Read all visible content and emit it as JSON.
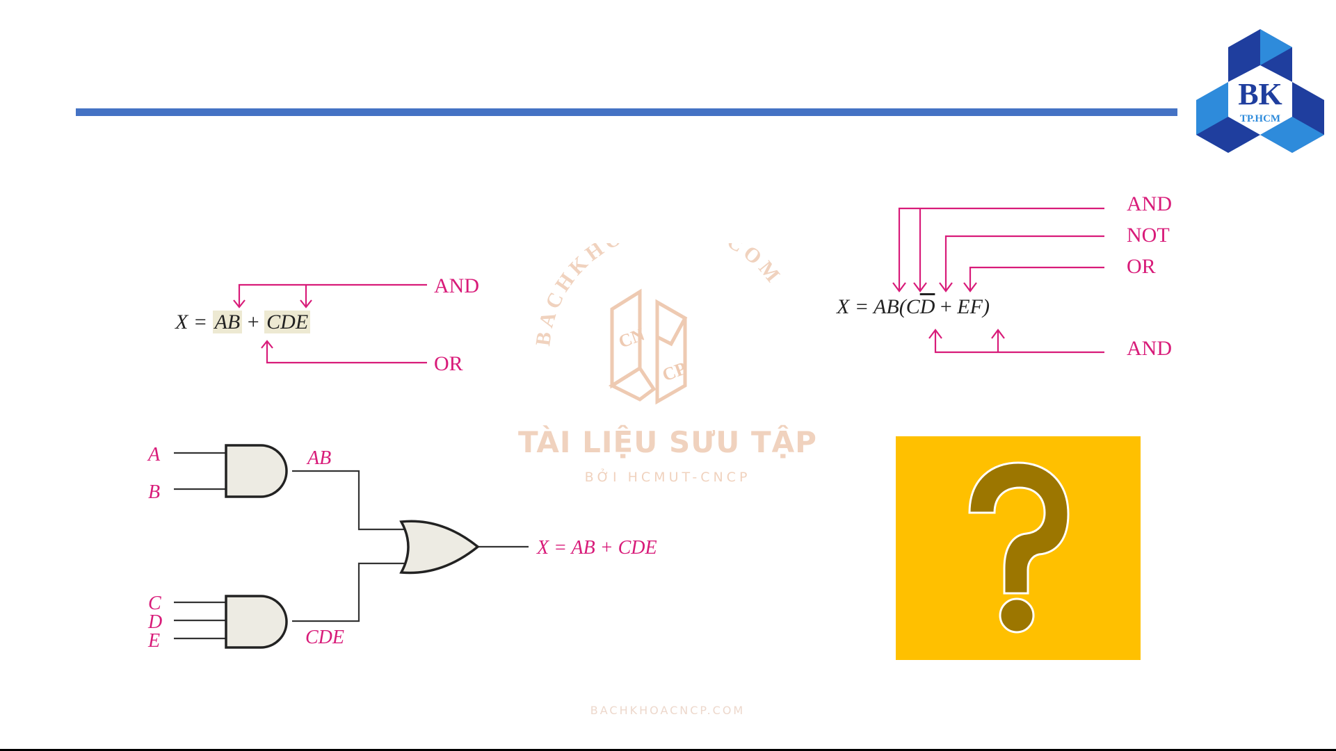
{
  "header": {
    "accent_color": "#4472C4",
    "logo": {
      "main": "BK",
      "sub": "TP.HCM"
    }
  },
  "expression1": {
    "lhs": "X =",
    "term1": "AB",
    "op": "+",
    "term2": "CDE",
    "annotations": {
      "top": "AND",
      "bottom": "OR"
    }
  },
  "expression2": {
    "lhs": "X =",
    "body_ab": "AB(",
    "c": "C",
    "d_bar": "D",
    "plus": "+",
    "ef": "EF)",
    "annotations": {
      "and_top": "AND",
      "not": "NOT",
      "or": "OR",
      "and_bottom": "AND"
    }
  },
  "circuit": {
    "inputs": [
      "A",
      "B",
      "C",
      "D",
      "E"
    ],
    "intermediate": {
      "upper": "AB",
      "lower": "CDE"
    },
    "output": "X = AB + CDE",
    "label_color": "#D81B79"
  },
  "question_box": {
    "icon": "question-mark-icon",
    "background": "#FFC000",
    "glyph_color": "#9C7600"
  },
  "watermark": {
    "arc_text": "BACHKHOACNCP.COM",
    "badge_left": "CN",
    "badge_right": "CP",
    "title": "TÀI LIỆU SƯU TẬP",
    "subtitle": "BỞI HCMUT-CNCP"
  },
  "footer": {
    "text": "BACHKHOACNCP.COM"
  }
}
